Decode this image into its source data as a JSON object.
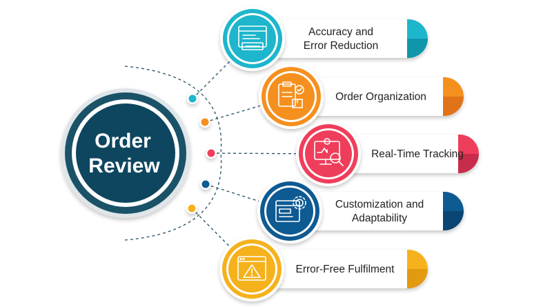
{
  "center": {
    "line1": "Order",
    "line2": "Review",
    "ring_color": "#1a5268",
    "fill_color": "#0e4660"
  },
  "items": [
    {
      "lines": [
        "Accuracy and",
        "Error Reduction"
      ],
      "color": "#1db6cc",
      "dark": "#0f96ab",
      "icon": "error-screen-icon"
    },
    {
      "lines": [
        "Order Organization"
      ],
      "color": "#f5901e",
      "dark": "#e0731a",
      "icon": "clipboard-boxes-icon"
    },
    {
      "lines": [
        "Real-Time Tracking"
      ],
      "color": "#ef3e5b",
      "dark": "#c72d4a",
      "icon": "tracking-monitor-icon"
    },
    {
      "lines": [
        "Customization and",
        "Adaptability"
      ],
      "color": "#0e5a93",
      "dark": "#0a4574",
      "icon": "settings-window-icon"
    },
    {
      "lines": [
        "Error-Free Fulfilment"
      ],
      "color": "#f5b21d",
      "dark": "#e29a10",
      "icon": "warning-window-icon"
    }
  ],
  "dots": [
    "#1db6cc",
    "#f5901e",
    "#ef3e5b",
    "#0e5a93",
    "#f5b21d"
  ]
}
